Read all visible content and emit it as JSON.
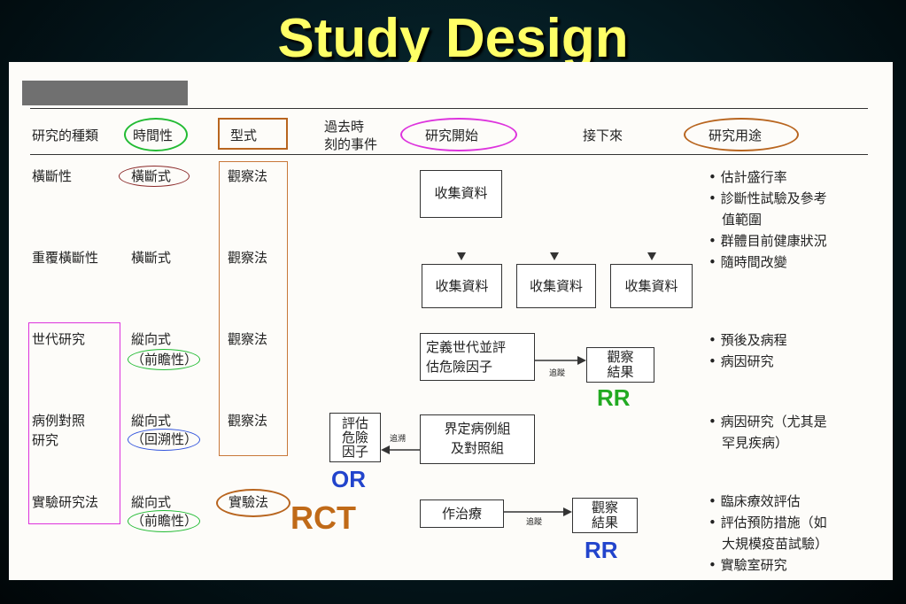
{
  "title": "Study Design",
  "headers": {
    "type": "研究的種類",
    "time": "時間性",
    "form": "型式",
    "past_line1": "過去時",
    "past_line2": "刻的事件",
    "start": "研究開始",
    "next": "接下來",
    "use": "研究用途"
  },
  "rows": {
    "cross": {
      "type": "橫斷性",
      "time": "橫斷式",
      "form": "觀察法",
      "box": "收集資料"
    },
    "repeat": {
      "type": "重覆橫斷性",
      "time": "橫斷式",
      "form": "觀察法",
      "box": "收集資料"
    },
    "cohort": {
      "type": "世代研究",
      "time1": "縱向式",
      "time2": "（前瞻性）",
      "form": "觀察法",
      "box_line1": "定義世代並評",
      "box_line2": "估危險因子",
      "follow": "追蹤",
      "result_line1": "觀察",
      "result_line2": "結果",
      "measure": "RR"
    },
    "casecontrol": {
      "type_line1": "病例對照",
      "type_line2": "研究",
      "time1": "縱向式",
      "time2": "（回溯性）",
      "form": "觀察法",
      "box_line1": "界定病例組",
      "box_line2": "及對照組",
      "trace": "追溯",
      "risk_line1": "評估",
      "risk_line2": "危險",
      "risk_line3": "因子",
      "measure": "OR"
    },
    "experiment": {
      "type": "實驗研究法",
      "time1": "縱向式",
      "time2": "（前瞻性）",
      "form": "實驗法",
      "box": "作治療",
      "follow": "追蹤",
      "result_line1": "觀察",
      "result_line2": "結果",
      "rct": "RCT",
      "measure": "RR"
    }
  },
  "uses": {
    "group1": [
      "• 估計盛行率",
      "• 診斷性試驗及參考",
      "　值範圍",
      "• 群體目前健康狀況",
      "• 隨時間改變"
    ],
    "group2": [
      "• 預後及病程",
      "• 病因研究"
    ],
    "group3": [
      "• 病因研究（尤其是",
      "　罕見疾病）"
    ],
    "group4": [
      "• 臨床療效評估",
      "• 評估預防措施（如",
      "　大規模疫苗試驗）",
      "• 實驗室研究"
    ]
  },
  "colors": {
    "title": "#ffff66",
    "green": "#22bb33",
    "magenta": "#dd33dd",
    "brown": "#b8651f",
    "red_brown": "#8b2a2a",
    "blue": "#3355dd",
    "rr_green": "#22aa22",
    "rr_blue": "#2244cc",
    "rct": "#c06a18"
  }
}
